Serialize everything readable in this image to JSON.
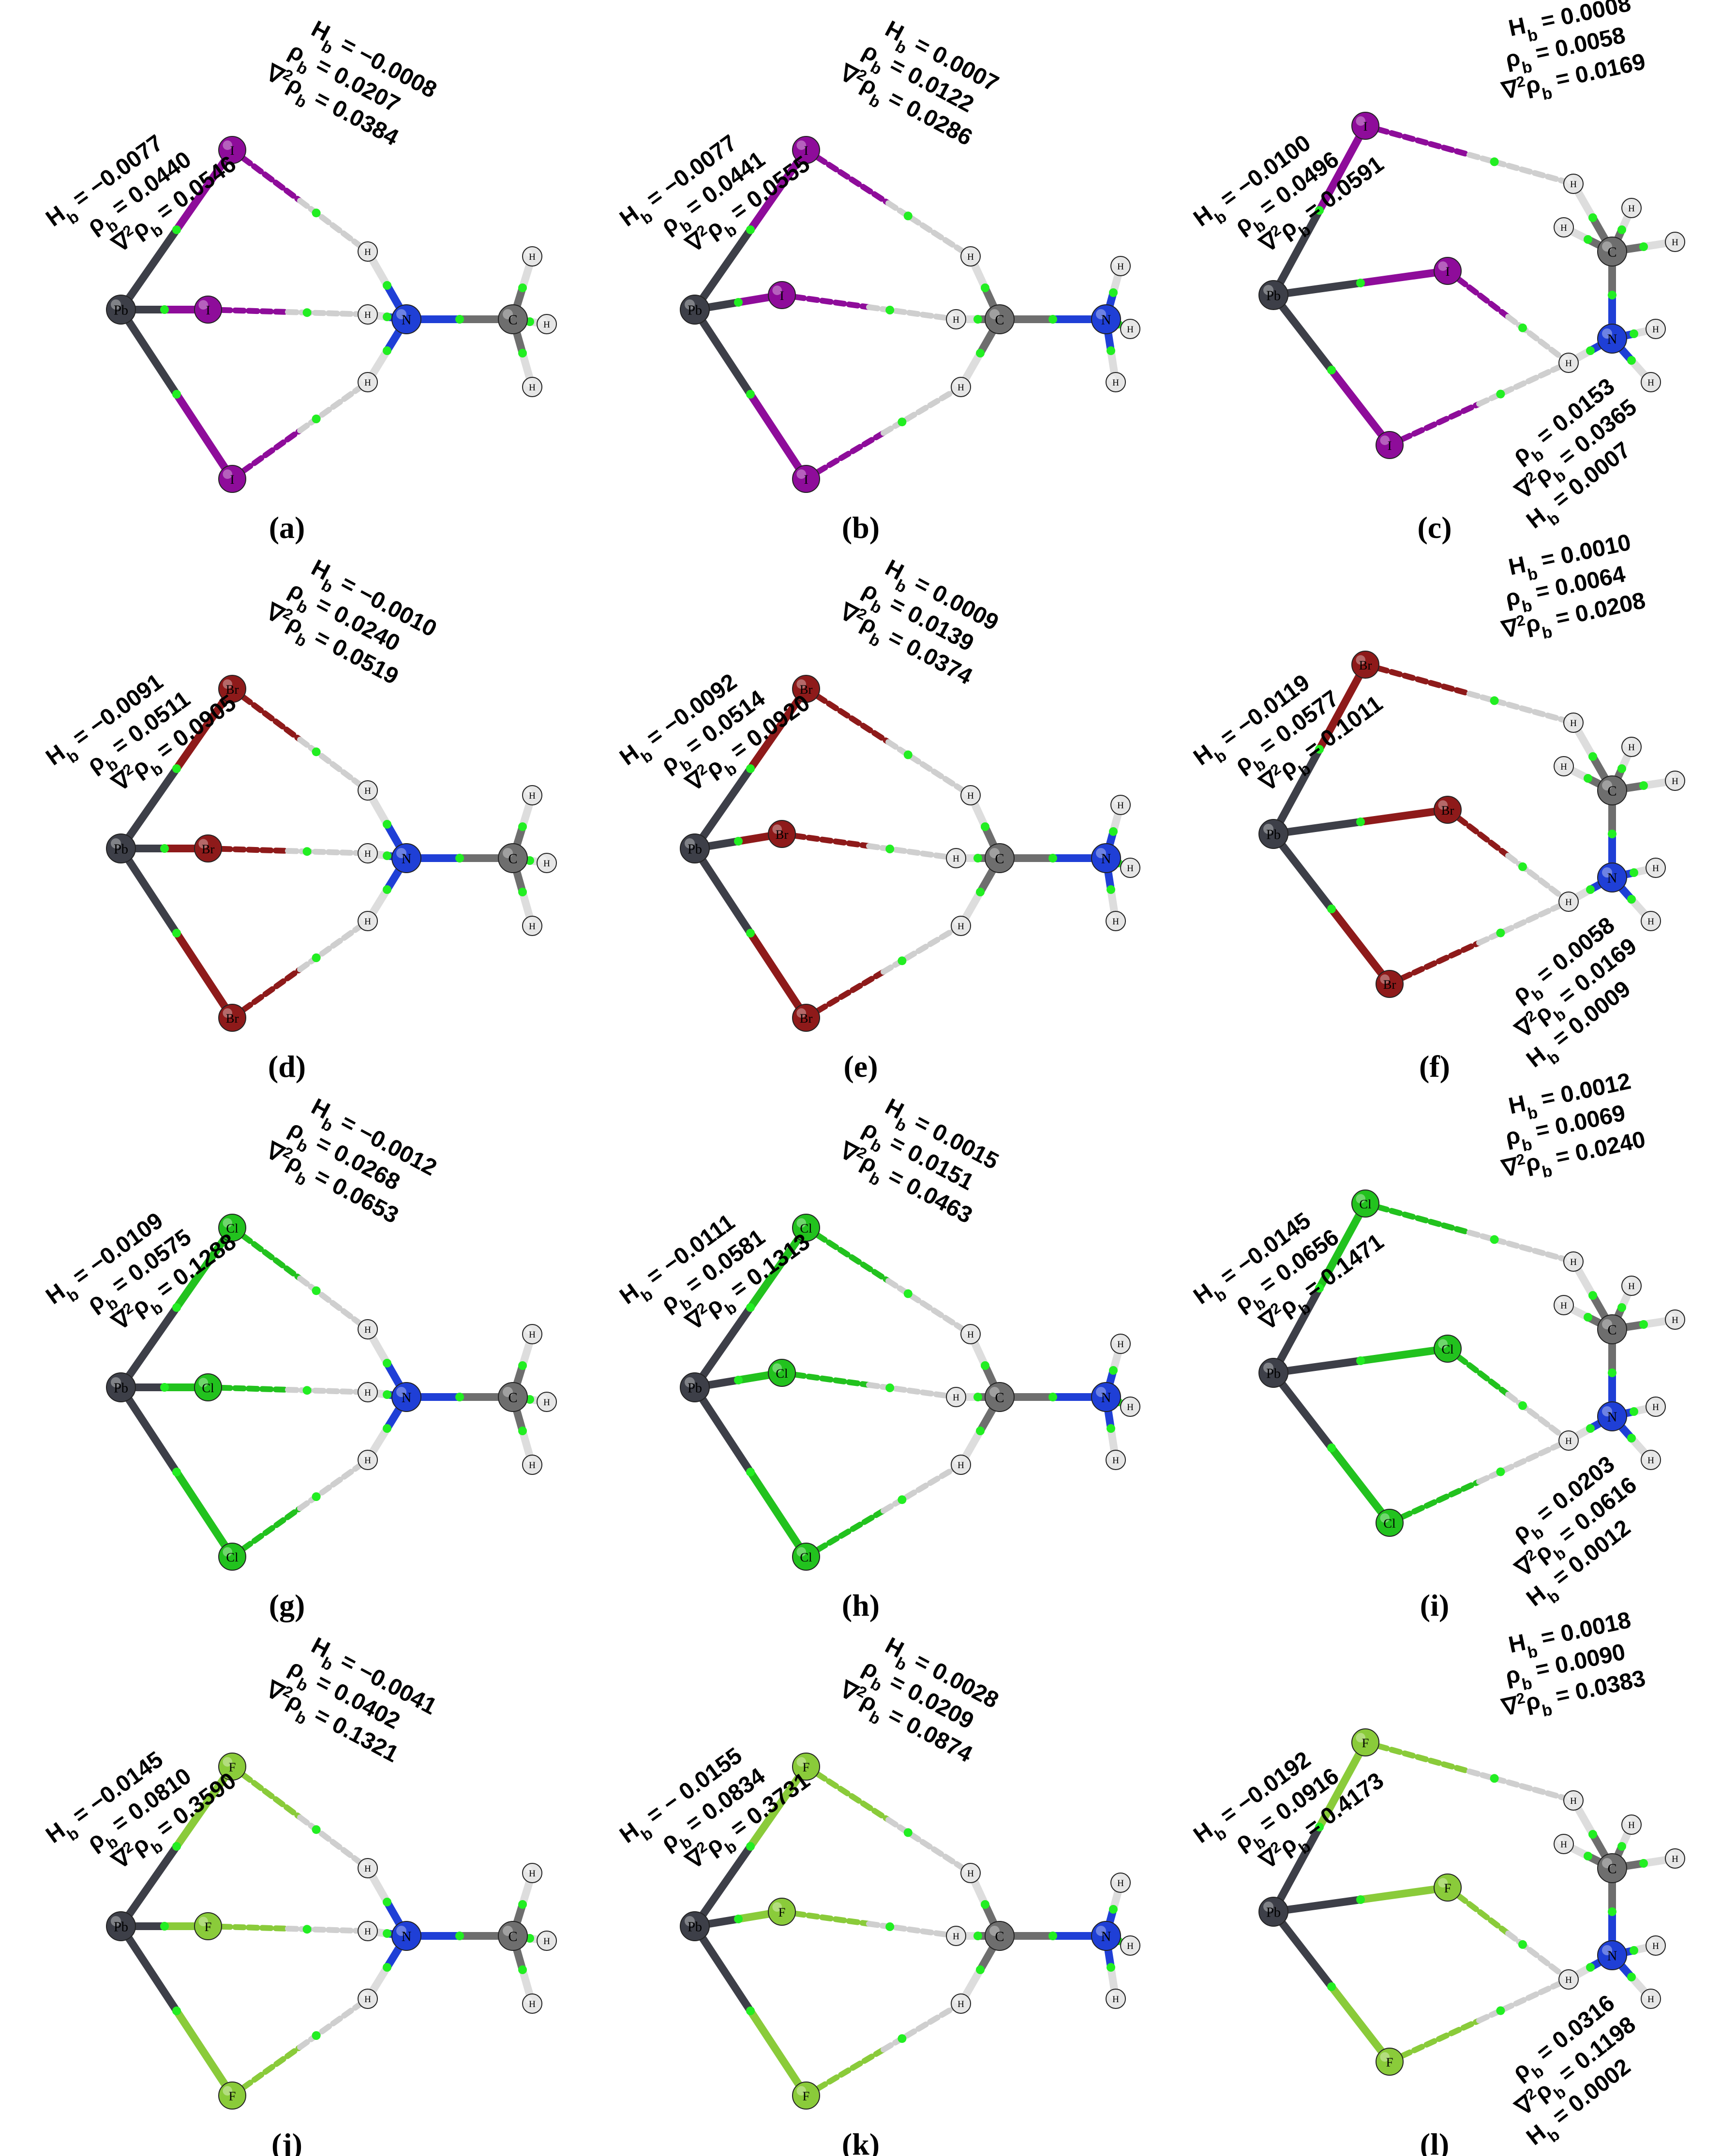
{
  "colors": {
    "Pb": "#3d3f48",
    "I": "#8e0c9a",
    "Br": "#8e1a1a",
    "Cl": "#22c21e",
    "F": "#8acb3a",
    "C": "#6e6e6e",
    "N": "#1f3fd6",
    "H": "#e6e6e6",
    "bcp": "#22ee22",
    "bond_C_N": "#2046d8"
  },
  "atom_labels": {
    "Pb": "Pb",
    "I": "I",
    "Br": "Br",
    "Cl": "Cl",
    "F": "F",
    "C": "C",
    "N": "N",
    "H": "H"
  },
  "panels": [
    {
      "id": "a",
      "caption": "(a)",
      "halide": "I",
      "variant": "N",
      "left": {
        "Hb": "H",
        "Hb_sub": "b",
        "Hb_val": " = −0.0077",
        "rho_val": " = 0.0440",
        "lap_val": " = 0.0546"
      },
      "right": {
        "Hb_val": " = −0.0008",
        "rho_val": " = 0.0207",
        "lap_val": " = 0.0384"
      }
    },
    {
      "id": "b",
      "caption": "(b)",
      "halide": "I",
      "variant": "C",
      "left": {
        "Hb_val": " = −0.0077",
        "rho_val": " = 0.0441",
        "lap_val": " = 0.0555"
      },
      "right": {
        "Hb_val": " = 0.0007",
        "rho_val": " = 0.0122",
        "lap_val": " = 0.0286"
      }
    },
    {
      "id": "c",
      "caption": "(c)",
      "halide": "I",
      "variant": "R",
      "left": {
        "Hb_val": " = −0.0100",
        "rho_val": " = 0.0496",
        "lap_val": " = 0.0591"
      },
      "right": {
        "Hb_val": " = 0.0008",
        "rho_val": " = 0.0058",
        "lap_val": " = 0.0169"
      },
      "bottom": {
        "rho_val": " = 0.0153",
        "lap_val": " = 0.0365",
        "Hb_val": " = 0.0007"
      }
    },
    {
      "id": "d",
      "caption": "(d)",
      "halide": "Br",
      "variant": "N",
      "left": {
        "Hb_val": " = −0.0091",
        "rho_val": " = 0.0511",
        "lap_val": " = 0.0905"
      },
      "right": {
        "Hb_val": " = −0.0010",
        "rho_val": " = 0.0240",
        "lap_val": " = 0.0519"
      }
    },
    {
      "id": "e",
      "caption": "(e)",
      "halide": "Br",
      "variant": "C",
      "left": {
        "Hb_val": " = −0.0092",
        "rho_val": " = 0.0514",
        "lap_val": " = 0.0920"
      },
      "right": {
        "Hb_val": " = 0.0009",
        "rho_val": " = 0.0139",
        "lap_val": " = 0.0374"
      }
    },
    {
      "id": "f",
      "caption": "(f)",
      "halide": "Br",
      "variant": "R",
      "left": {
        "Hb_val": " = −0.0119",
        "rho_val": " = 0.0577",
        "lap_val": " = 0.1011"
      },
      "right": {
        "Hb_val": " = 0.0010",
        "rho_val": " = 0.0064",
        "lap_val": " = 0.0208"
      },
      "bottom": {
        "rho_val": " = 0.0058",
        "lap_val": " = 0.0169",
        "Hb_val": " = 0.0009"
      }
    },
    {
      "id": "g",
      "caption": "(g)",
      "halide": "Cl",
      "variant": "N",
      "left": {
        "Hb_val": " = −0.0109",
        "rho_val": " = 0.0575",
        "lap_val": " = 0.1288"
      },
      "right": {
        "Hb_val": " = −0.0012",
        "rho_val": " = 0.0268",
        "lap_val": " = 0.0653"
      }
    },
    {
      "id": "h",
      "caption": "(h)",
      "halide": "Cl",
      "variant": "C",
      "left": {
        "Hb_val": " = −0.0111",
        "rho_val": " = 0.0581",
        "lap_val": " = 0.1313"
      },
      "right": {
        "Hb_val": " = 0.0015",
        "rho_val": " = 0.0151",
        "lap_val": " = 0.0463"
      }
    },
    {
      "id": "i",
      "caption": "(i)",
      "halide": "Cl",
      "variant": "R",
      "left": {
        "Hb_val": " = −0.0145",
        "rho_val": " = 0.0656",
        "lap_val": " = 0.1471"
      },
      "right": {
        "Hb_val": " = 0.0012",
        "rho_val": " = 0.0069",
        "lap_val": " = 0.0240"
      },
      "bottom": {
        "rho_val": " = 0.0203",
        "lap_val": " = 0.0616",
        "Hb_val": " = 0.0012"
      }
    },
    {
      "id": "j",
      "caption": "(j)",
      "halide": "F",
      "variant": "N",
      "left": {
        "Hb_val": " = −0.0145",
        "rho_val": " = 0.0810",
        "lap_val": " = 0.3590"
      },
      "right": {
        "Hb_val": " = −0.0041",
        "rho_val": " = 0.0402",
        "lap_val": " = 0.1321"
      }
    },
    {
      "id": "k",
      "caption": "(k)",
      "halide": "F",
      "variant": "C",
      "left": {
        "Hb_val": " = − 0.0155",
        "rho_val": " = 0.0834",
        "lap_val": " = 0.3731"
      },
      "right": {
        "Hb_val": " = 0.0028",
        "rho_val": " = 0.0209",
        "lap_val": " = 0.0874"
      }
    },
    {
      "id": "l",
      "caption": "(l)",
      "halide": "F",
      "variant": "R",
      "left": {
        "Hb_val": " = −0.0192",
        "rho_val": " = 0.0916",
        "lap_val": " = 0.4173"
      },
      "right": {
        "Hb_val": " = 0.0018",
        "rho_val": " = 0.0090",
        "lap_val": " = 0.0383"
      },
      "bottom": {
        "rho_val": " = 0.0316",
        "lap_val": " = 0.1198",
        "Hb_val": " = 0.0002"
      }
    }
  ]
}
